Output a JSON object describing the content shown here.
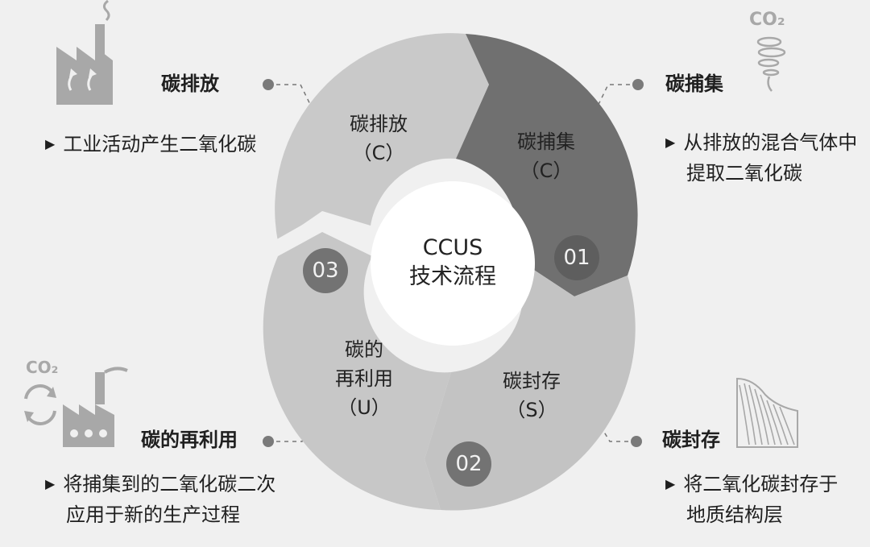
{
  "center": {
    "line1": "CCUS",
    "line2": "技术流程"
  },
  "segments": {
    "emission": {
      "name": "碳排放",
      "code": "（C）"
    },
    "capture": {
      "name": "碳捕集",
      "code": "（C）",
      "number": "01"
    },
    "storage": {
      "name": "碳封存",
      "code": "（S）",
      "number": "02"
    },
    "reuse": {
      "name_line1": "碳的",
      "name_line2": "再利用",
      "code": "（U）",
      "number": "03"
    }
  },
  "callouts": {
    "emission": {
      "title": "碳排放",
      "desc_line1": "工业活动产生二氧化碳"
    },
    "capture": {
      "title": "碳捕集",
      "desc_line1": "从排放的混合气体中",
      "desc_line2": "提取二氧化碳"
    },
    "storage": {
      "title": "碳封存",
      "desc_line1": "将二氧化碳封存于",
      "desc_line2": "地质结构层"
    },
    "reuse": {
      "title": "碳的再利用",
      "desc_line1": "将捕集到的二氧化碳二次",
      "desc_line2": "应用于新的生产过程"
    }
  },
  "icons": {
    "co2_label": "CO₂",
    "co2_label_reuse": "CO₂",
    "bullet_marker": "▶"
  },
  "colors": {
    "background": "#f0f0f0",
    "segment_light": "#c9c9c9",
    "segment_mid": "#bdbdbd",
    "segment_dark": "#6e6e6e",
    "number_badge": "#757575",
    "center_fill": "#ffffff",
    "icon_gray": "#a8a8a8"
  }
}
